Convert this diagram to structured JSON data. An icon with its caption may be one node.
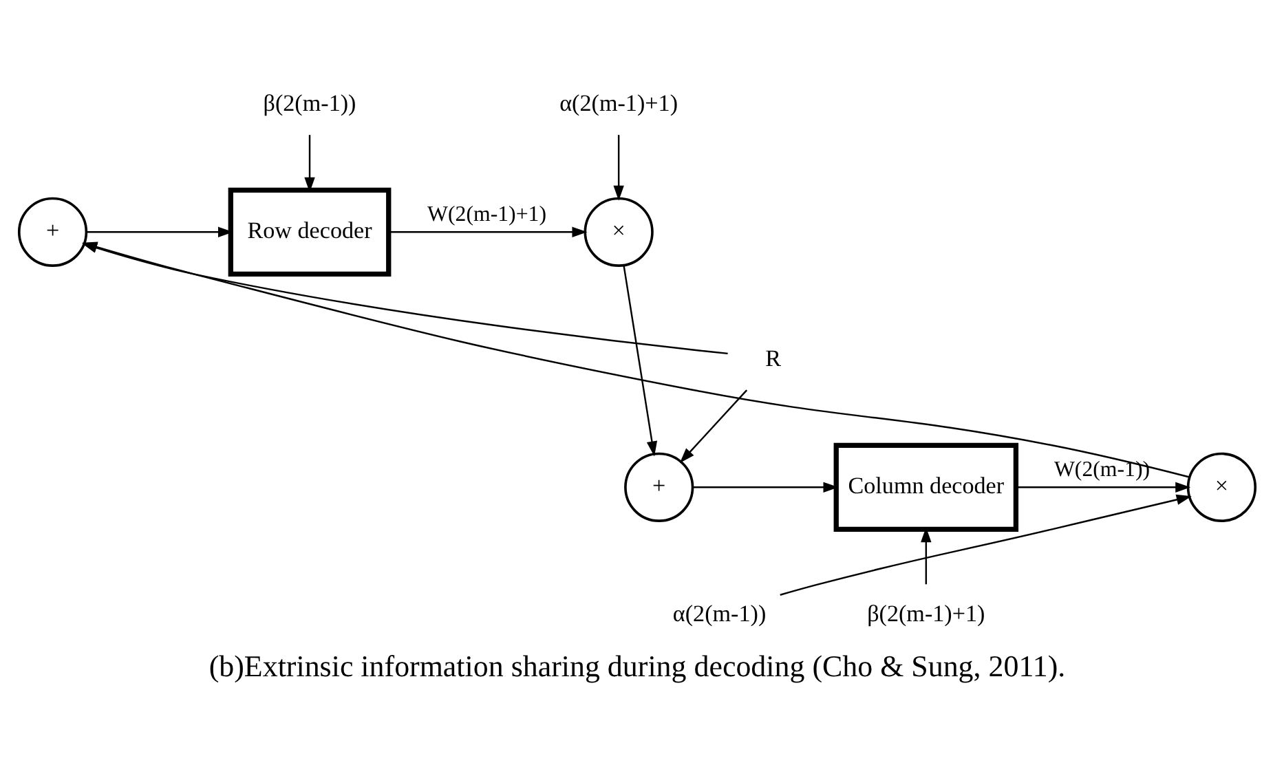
{
  "diagram": {
    "caption": "(b)Extrinsic information sharing during decoding (Cho & Sung, 2011).",
    "nodes": [
      {
        "text": [
          "+"
        ]
      },
      {
        "text": [
          "Row decoder"
        ]
      },
      {
        "text": [
          "×"
        ]
      },
      {
        "text": [
          "+"
        ]
      },
      {
        "text": [
          "Column decoder"
        ]
      },
      {
        "text": [
          "×"
        ]
      },
      {
        "text": [
          "β(2(m-1))"
        ]
      },
      {
        "text": [
          "α(2(m-1)+1)"
        ]
      },
      {
        "text": [
          "R"
        ]
      },
      {
        "text": [
          "α(2(m-1))"
        ]
      },
      {
        "text": [
          "β(2(m-1)+1)"
        ]
      }
    ],
    "edges": [
      {
        "from": 6,
        "to": 1,
        "arrow": "to"
      },
      {
        "from": 0,
        "to": 1,
        "arrow": "to"
      },
      {
        "from": 1,
        "to": 2,
        "label": "W(2(m-1)+1)",
        "arrow": "to"
      },
      {
        "from": 7,
        "to": 2,
        "arrow": "to"
      },
      {
        "from": 2,
        "to": 3,
        "arrow": "to"
      },
      {
        "from": 8,
        "to": 0,
        "arrow": "to"
      },
      {
        "from": 8,
        "to": 3,
        "arrow": "to"
      },
      {
        "from": 3,
        "to": 4,
        "arrow": "to"
      },
      {
        "from": 10,
        "to": 4,
        "arrow": "to"
      },
      {
        "from": 4,
        "to": 5,
        "label": "W(2(m-1))",
        "arrow": "to"
      },
      {
        "from": 9,
        "to": 5,
        "arrow": "to"
      },
      {
        "from": 5,
        "to": 0,
        "arrow": "to"
      }
    ]
  }
}
